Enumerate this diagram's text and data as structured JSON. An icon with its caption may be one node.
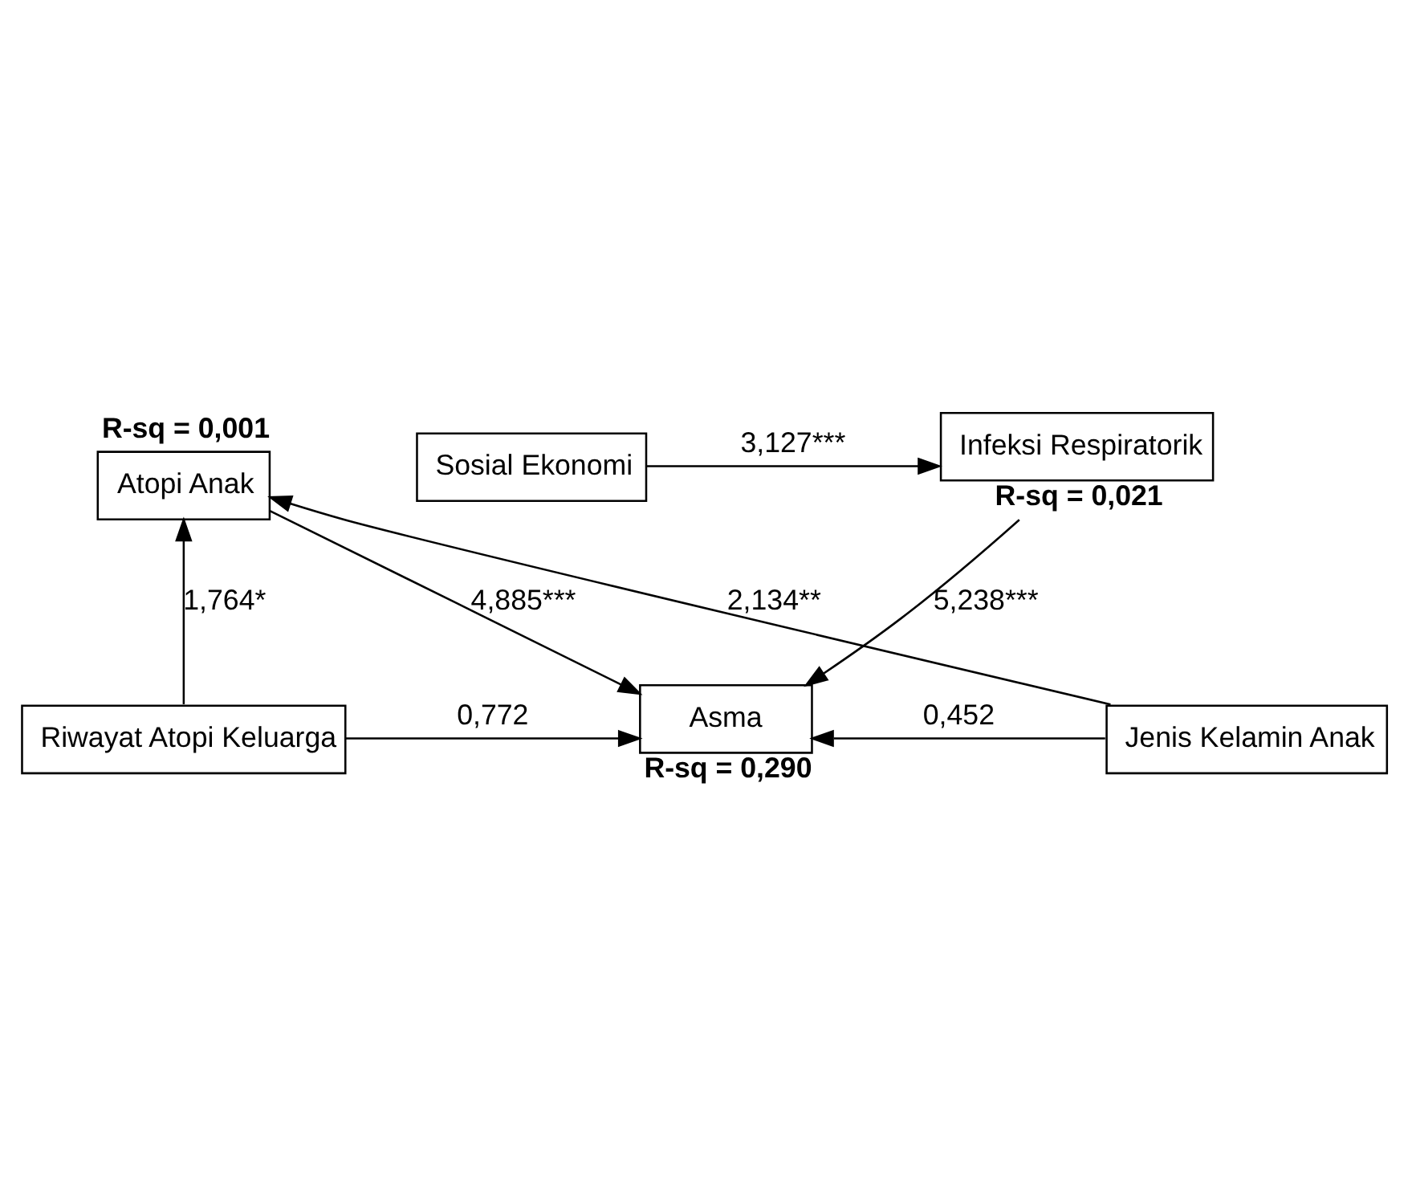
{
  "diagram": {
    "nodes": [
      {
        "text": [
          "Atopi Anak"
        ],
        "beside": [
          "R-sq = 0,001"
        ]
      },
      {
        "text": [
          "Riwayat Atopi Keluarga"
        ]
      },
      {
        "text": [
          "Asma"
        ],
        "beside": [
          "R-sq = 0,290"
        ]
      },
      {
        "text": [
          "Jenis Kelamin Anak"
        ]
      },
      {
        "text": [
          "Sosial Ekonomi"
        ]
      },
      {
        "text": [
          "Infeksi Respiratorik"
        ],
        "beside": [
          "R-sq = 0,021"
        ]
      }
    ],
    "edges": [
      {
        "from": 1,
        "to": 0,
        "arrow": "to",
        "label": "1,764*"
      },
      {
        "from": 3,
        "to": 0,
        "arrow": "to",
        "label": "2,134**"
      },
      {
        "from": 0,
        "to": 2,
        "arrow": "to",
        "label": "4,885***"
      },
      {
        "from": 1,
        "to": 2,
        "arrow": "to",
        "label": "0,772"
      },
      {
        "from": 3,
        "to": 2,
        "arrow": "to",
        "label": "0,452"
      },
      {
        "from": 5,
        "to": 2,
        "arrow": "to",
        "label": "5,238***"
      },
      {
        "from": 4,
        "to": 5,
        "arrow": "to",
        "label": "3,127***"
      }
    ]
  }
}
